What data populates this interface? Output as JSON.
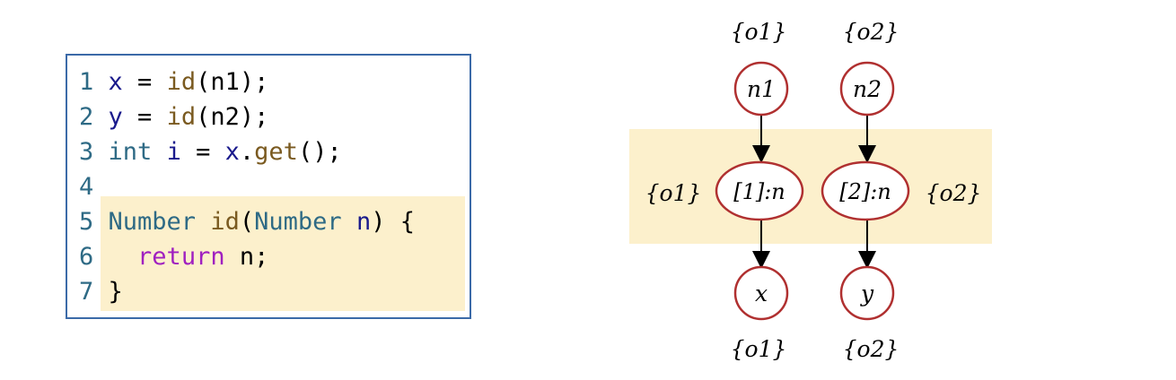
{
  "code": {
    "lines": [
      {
        "num": "1",
        "parts": [
          [
            "var",
            "x"
          ],
          [
            "dk",
            " = "
          ],
          [
            "fn",
            "id"
          ],
          [
            "dk",
            "(n1);"
          ]
        ]
      },
      {
        "num": "2",
        "parts": [
          [
            "var",
            "y"
          ],
          [
            "dk",
            " = "
          ],
          [
            "fn",
            "id"
          ],
          [
            "dk",
            "(n2);"
          ]
        ]
      },
      {
        "num": "3",
        "parts": [
          [
            "kw",
            "int"
          ],
          [
            "dk",
            " "
          ],
          [
            "var",
            "i"
          ],
          [
            "dk",
            " = "
          ],
          [
            "var",
            "x"
          ],
          [
            "dk",
            "."
          ],
          [
            "fn",
            "get"
          ],
          [
            "dk",
            "();"
          ]
        ]
      },
      {
        "num": "4",
        "parts": []
      },
      {
        "num": "5",
        "parts": [
          [
            "kw",
            "Number"
          ],
          [
            "dk",
            " "
          ],
          [
            "fn",
            "id"
          ],
          [
            "dk",
            "("
          ],
          [
            "kw",
            "Number"
          ],
          [
            "dk",
            " "
          ],
          [
            "var",
            "n"
          ],
          [
            "dk",
            ") {"
          ]
        ]
      },
      {
        "num": "6",
        "parts": [
          [
            "dk",
            "  "
          ],
          [
            "ret",
            "return"
          ],
          [
            "dk",
            " n;"
          ]
        ]
      },
      {
        "num": "7",
        "parts": [
          [
            "dk",
            "}"
          ]
        ]
      }
    ]
  },
  "graph": {
    "nodes": {
      "n1": "n1",
      "n2": "n2",
      "c1": "[1]:n",
      "c2": "[2]:n",
      "x": "x",
      "y": "y"
    },
    "sets": {
      "top_left": "{o1}",
      "top_right": "{o2}",
      "mid_left": "{o1}",
      "mid_right": "{o2}",
      "bot_left": "{o1}",
      "bot_right": "{o2}"
    }
  },
  "colors": {
    "node_stroke": "#b03030",
    "highlight": "#fcf0cc",
    "code_border": "#3b6aa8"
  }
}
